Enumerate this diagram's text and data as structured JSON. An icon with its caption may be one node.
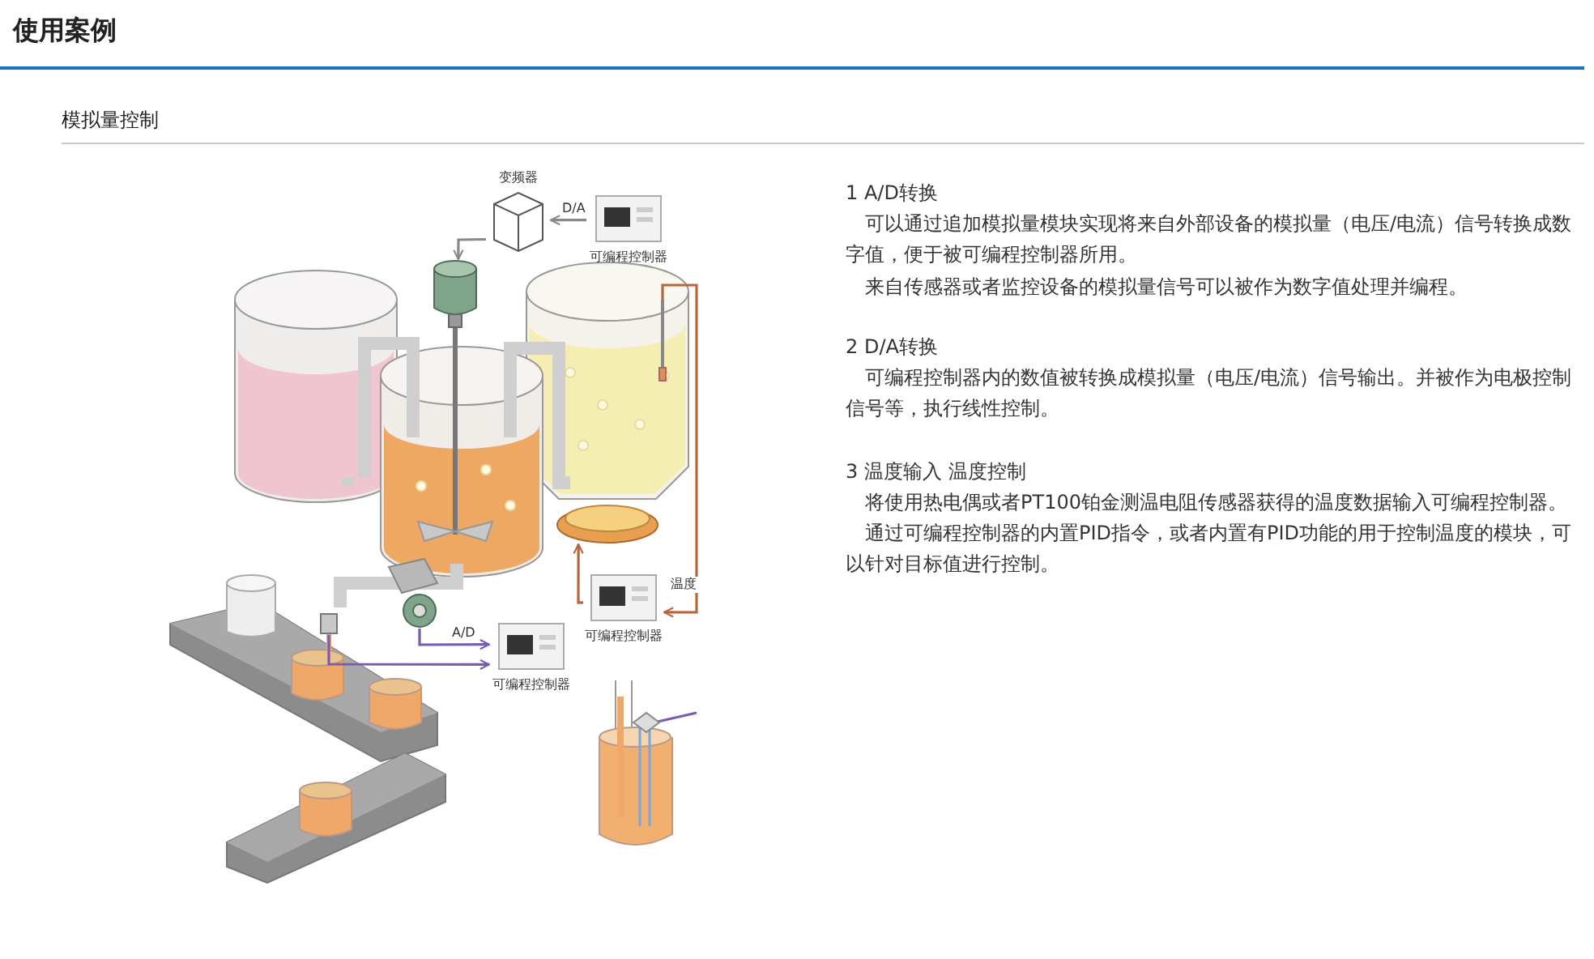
{
  "diagram": {
    "title": "使用案例",
    "nodes": [
      {
        "text": [
          "变频器"
        ]
      },
      {
        "text": [
          "可编程控制器"
        ]
      },
      {
        "text": [],
        "shape": "cylinder"
      },
      {
        "text": [
          "可编程控制器"
        ]
      },
      {
        "text": [],
        "shape": "bar"
      },
      {
        "text": [],
        "shape": "cylinder"
      },
      {
        "text": [
          "可编程控制器"
        ]
      },
      {
        "text": [],
        "shape": "circle"
      },
      {
        "text": [],
        "shape": "box"
      }
    ],
    "edges": [
      {
        "from": 1,
        "to": 0,
        "arrow": "to",
        "label": "D/A"
      },
      {
        "from": 0,
        "to": 2,
        "arrow": "to"
      },
      {
        "from": 4,
        "to": 3,
        "arrow": "to",
        "label": "温度",
        "color": "#b5663c"
      },
      {
        "from": 3,
        "to": 5,
        "arrow": "to",
        "color": "#b5663c"
      },
      {
        "from": 7,
        "to": 6,
        "arrow": "to",
        "label": "A/D",
        "color": "#7a5bb0"
      },
      {
        "from": 8,
        "to": 6,
        "arrow": "to",
        "color": "#7a5bb0"
      }
    ],
    "labels": [
      "模拟量控制",
      "1 A/D转换",
      "可以通过追加模拟量模块实现将来自外部设备的模拟量（电压/电流）信号转换成数字值，便于被可编程控制器所用。",
      "来自传感器或者监控设备的模拟量信号可以被作为数字值处理并编程。",
      "2 D/A转换",
      "可编程控制器内的数值被转换成模拟量（电压/电流）信号输出。并被作为电极控制信号等，执行线性控制。",
      "3 温度输入 温度控制",
      "将使用热电偶或者PT100铂金测温电阻传感器获得的温度数据输入可编程控制器。",
      "通过可编程控制器的内置PID指令，或者内置有PID功能的用于控制温度的模块，可以针对目标值进行控制。"
    ]
  }
}
